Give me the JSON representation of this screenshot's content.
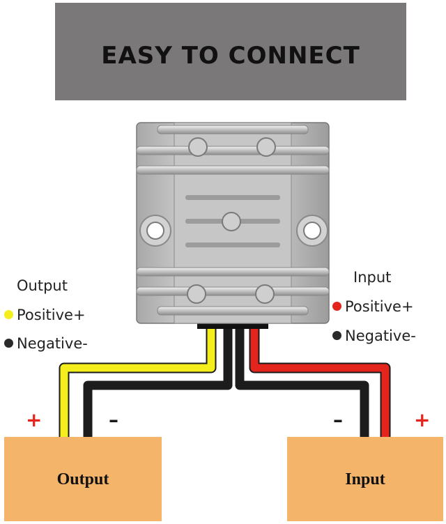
{
  "header": {
    "title": "EASY TO CONNECT"
  },
  "left_legend": {
    "heading": "Output",
    "positive": "Positive+",
    "negative": "Negative-"
  },
  "right_legend": {
    "heading": "Input",
    "positive": "Positive+",
    "negative": "Negative-"
  },
  "boxes": {
    "output_label": "Output",
    "input_label": "Input"
  },
  "signs": {
    "plus": "+",
    "minus": "–"
  },
  "colors": {
    "yellow_wire": "#f4ee1c",
    "red_wire": "#e4251e",
    "black_wire": "#1c1c1c",
    "box": "#f4b46a",
    "banner": "#7a7878"
  }
}
